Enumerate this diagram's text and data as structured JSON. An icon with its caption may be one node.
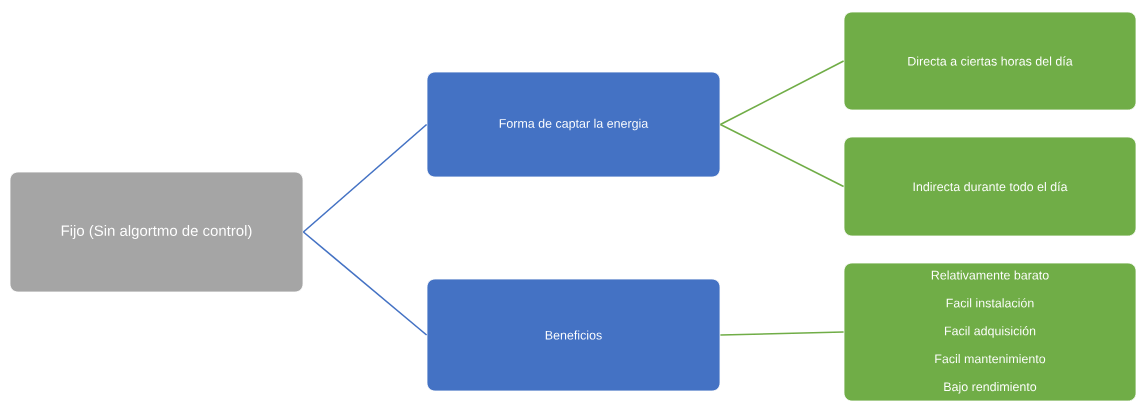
{
  "diagram": {
    "nodes": [
      {
        "text": [
          "Fijo (Sin algortmo de control)"
        ]
      },
      {
        "text": [
          "Forma de captar la energia"
        ]
      },
      {
        "text": [
          "Beneficios"
        ]
      },
      {
        "text": [
          "Directa a ciertas horas del día"
        ]
      },
      {
        "text": [
          "Indirecta durante todo el día"
        ]
      },
      {
        "text": [
          "Relativamente barato",
          "Facil instalación",
          "Facil adquisición",
          "Facil mantenimiento",
          "Bajo rendimiento"
        ]
      }
    ],
    "edges": [
      {
        "from": 0,
        "to": 1,
        "arrow": "none",
        "color": "#4472c4"
      },
      {
        "from": 0,
        "to": 2,
        "arrow": "none",
        "color": "#4472c4"
      },
      {
        "from": 1,
        "to": 3,
        "arrow": "none"
      },
      {
        "from": 1,
        "to": 4,
        "arrow": "none"
      },
      {
        "from": 2,
        "to": 5,
        "arrow": "none"
      }
    ]
  }
}
